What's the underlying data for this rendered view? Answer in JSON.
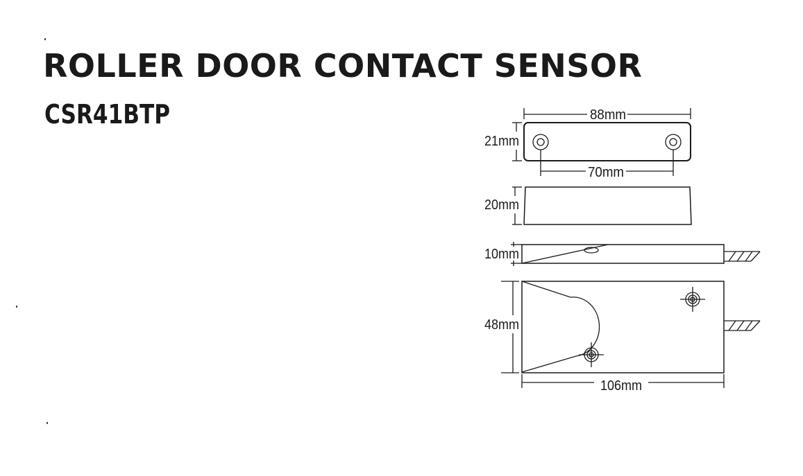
{
  "header": {
    "title": "ROLLER DOOR CONTACT SENSOR",
    "model": "CSR41BTP"
  },
  "dimensions": {
    "top_width": "88mm",
    "top_height": "21mm",
    "hole_spacing": "70mm",
    "side_height": "20mm",
    "ramp_height": "10mm",
    "base_height": "48mm",
    "base_width": "106mm"
  },
  "colors": {
    "ink": "#1a1a1a",
    "background": "#ffffff"
  }
}
